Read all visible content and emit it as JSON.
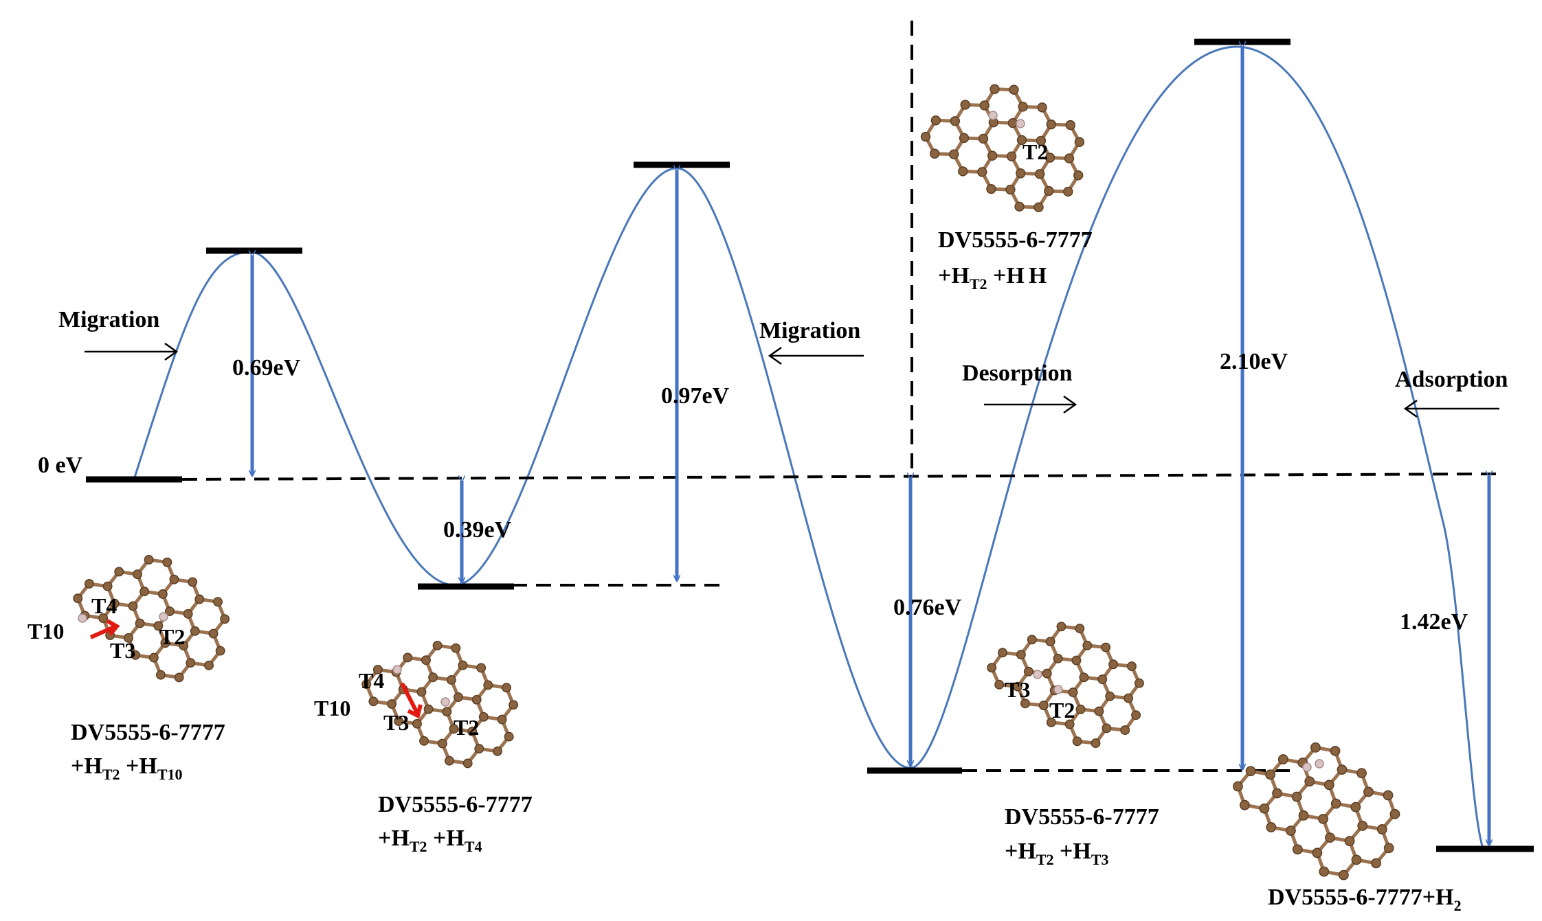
{
  "zero_label": "0 eV",
  "arrows": {
    "migration_1": "Migration",
    "migration_2": "Migration",
    "desorption": "Desorption",
    "adsorption": "Adsorption"
  },
  "energies": {
    "e1": "0.69eV",
    "e2": "0.39eV",
    "e3": "0.97eV",
    "e4": "0.76eV",
    "e5": "2.10eV",
    "e6": "1.42eV"
  },
  "states": {
    "s1": {
      "base": "DV5555-6-7777",
      "l2_a": "+H",
      "sub_a": "T2",
      "l2_b": " +H",
      "sub_b": "T10"
    },
    "s2": {
      "base": "DV5555-6-7777",
      "l2_a": "+H",
      "sub_a": "T2",
      "l2_b": " +H",
      "sub_b": "T4"
    },
    "s3": {
      "base": "DV5555-6-7777",
      "l2_a": "+H",
      "sub_a": "T2",
      "l2_b": " +H",
      "sub_b": "T3"
    },
    "s4": {
      "base": "DV5555-6-7777",
      "l2_a": "+H",
      "sub_a": "T2",
      "l2_b": " +H",
      "sub_b": ""
    },
    "s5": {
      "base": "DV5555-6-7777+H",
      "sub": "2"
    }
  },
  "sites": {
    "m1": {
      "t10": "T10",
      "t4": "T4",
      "t3": "T3",
      "t2": "T2"
    },
    "m2": {
      "t4": "T4",
      "t10": "T10",
      "t3": "T3",
      "t2": "T2"
    },
    "m3": {
      "t3": "T3",
      "t2": "T2"
    },
    "m4": {
      "t2": "T2"
    }
  },
  "colors": {
    "curve": "#4a78b9",
    "arrow": "#4472c4",
    "atom": "#8a6440",
    "bond": "#9b7350",
    "hydrogen": "#d9c3c3",
    "highlight": "#e11b12"
  }
}
